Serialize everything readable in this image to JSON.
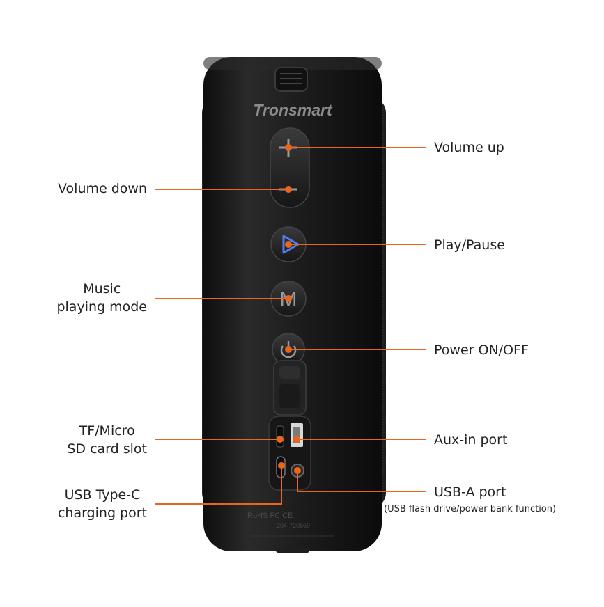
{
  "brand": "Tronsmart",
  "accent_color": "#e9661c",
  "labels": {
    "volume_up": "Volume up",
    "volume_down": "Volume down",
    "play_pause": "Play/Pause",
    "music_mode_line1": "Music",
    "music_mode_line2": "playing mode",
    "power": "Power ON/OFF",
    "tf_line1": "TF/Micro",
    "tf_line2": "SD card slot",
    "aux": "Aux-in port",
    "usbc_line1": "USB Type-C",
    "usbc_line2": "charging port",
    "usba": "USB-A port",
    "usba_note": "(USB flash drive/power bank function)"
  },
  "icons": {
    "volume_up": "plus-icon",
    "volume_down": "minus-icon",
    "play_pause": "play-icon",
    "music_mode": "m-icon",
    "power": "power-icon"
  },
  "product_fine_print": {
    "certs": "RoHS FC CE",
    "code": "204-720669"
  }
}
